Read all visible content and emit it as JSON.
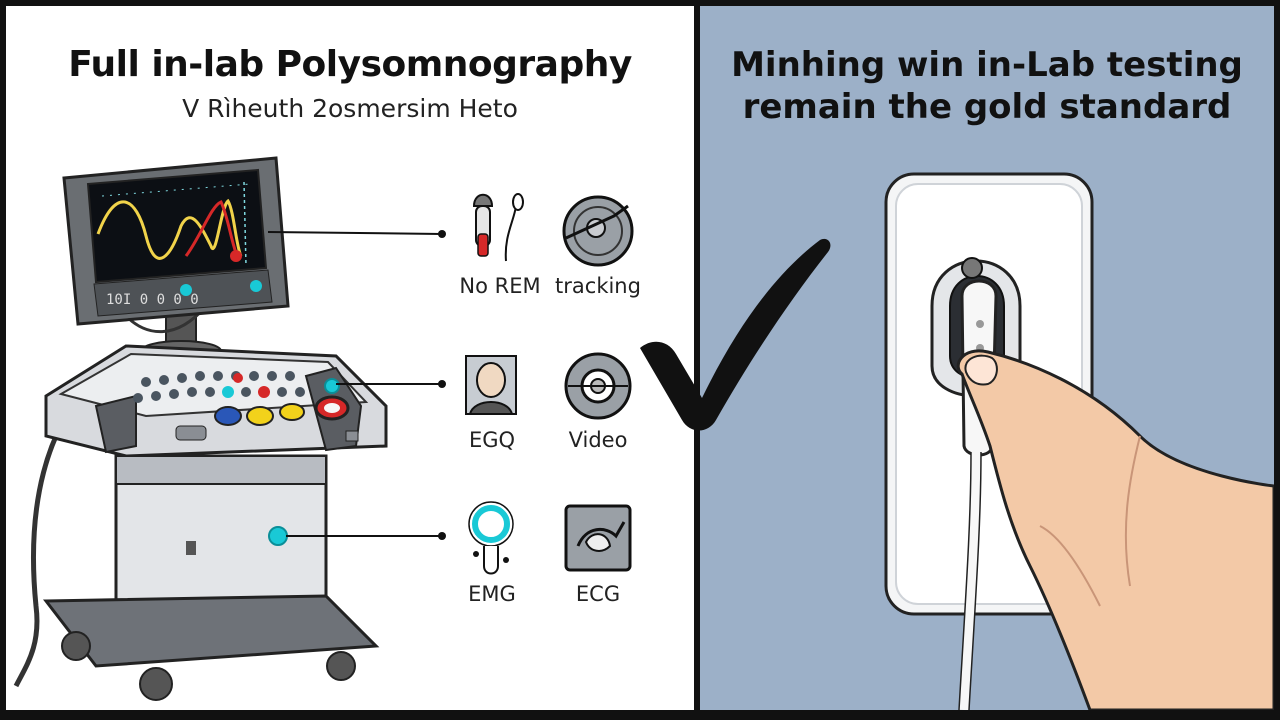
{
  "left": {
    "title": "Full in-lab Polysomnography",
    "subtitle": "V Rìheuth 2osmersim  Heto",
    "monitor_readout": "10I   0   0   0   0",
    "sensors": [
      {
        "label": "No REM",
        "icon": "electrode-swab-icon"
      },
      {
        "label": "tracking",
        "icon": "eye-tracking-icon"
      },
      {
        "label": "EGQ",
        "icon": "head-portrait-icon"
      },
      {
        "label": "Video",
        "icon": "camera-lens-icon"
      },
      {
        "label": "EMG",
        "icon": "muscle-sensor-icon"
      },
      {
        "label": "ECG",
        "icon": "heart-sensor-icon"
      }
    ]
  },
  "right": {
    "title_line1": "Minhing win in-Lab  testing",
    "title_line2": "remain the gold standard"
  },
  "colors": {
    "left_bg": "#ffffff",
    "right_bg": "#9cb0c8",
    "accent_cyan": "#19c9d6",
    "button_red": "#d62828",
    "button_yellow": "#f2d21b",
    "button_blue": "#2a57b8",
    "checkmark": "#111111"
  }
}
